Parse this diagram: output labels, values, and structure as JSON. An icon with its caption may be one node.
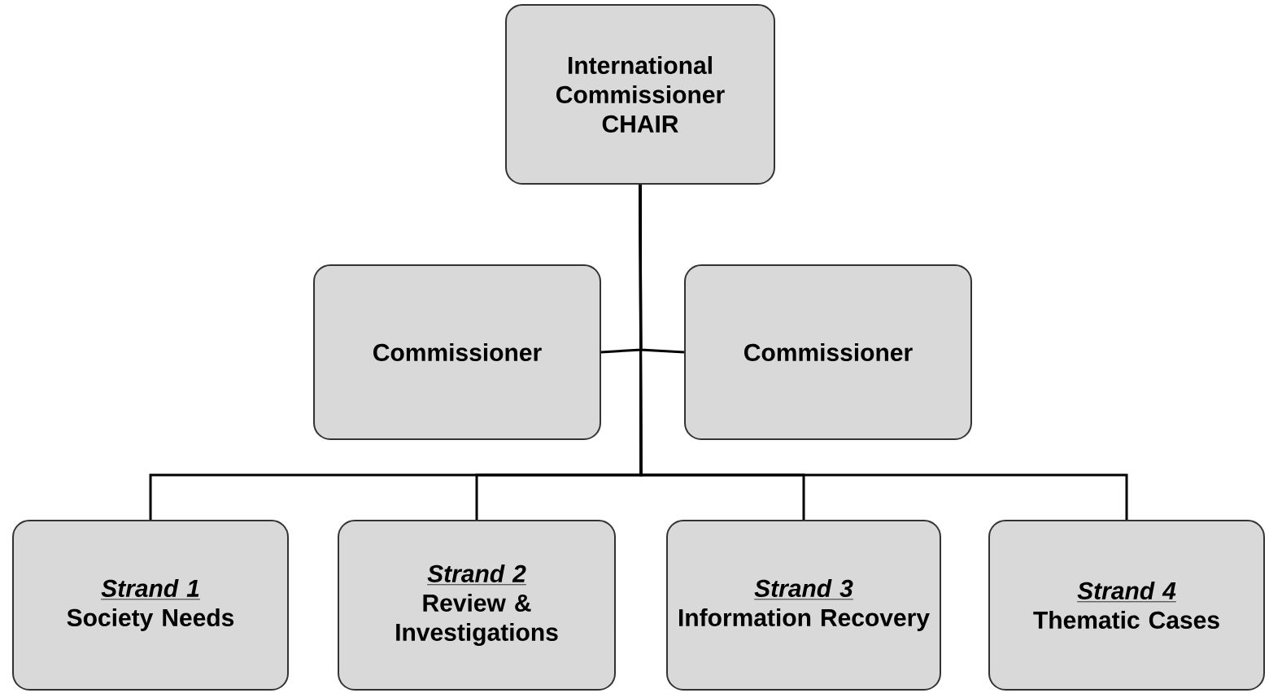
{
  "diagram": {
    "nodes": [
      {
        "text": [
          "International Commissioner CHAIR"
        ]
      },
      {
        "text": [
          "Commissioner"
        ]
      },
      {
        "text": [
          "Commissioner"
        ]
      },
      {
        "text": [
          "Strand 1",
          "Society Needs"
        ]
      },
      {
        "text": [
          "Strand 2",
          "Review & Investigations"
        ]
      },
      {
        "text": [
          "Strand 3",
          "Information Recovery"
        ]
      },
      {
        "text": [
          "Strand 4",
          "Thematic Cases"
        ]
      }
    ],
    "edges": [
      {
        "from": 0,
        "to": 1,
        "arrow": "none"
      },
      {
        "from": 0,
        "to": 2,
        "arrow": "none"
      },
      {
        "from": 0,
        "to": 3,
        "arrow": "none"
      },
      {
        "from": 0,
        "to": 4,
        "arrow": "none"
      },
      {
        "from": 0,
        "to": 5,
        "arrow": "none"
      },
      {
        "from": 0,
        "to": 6,
        "arrow": "none"
      }
    ]
  }
}
